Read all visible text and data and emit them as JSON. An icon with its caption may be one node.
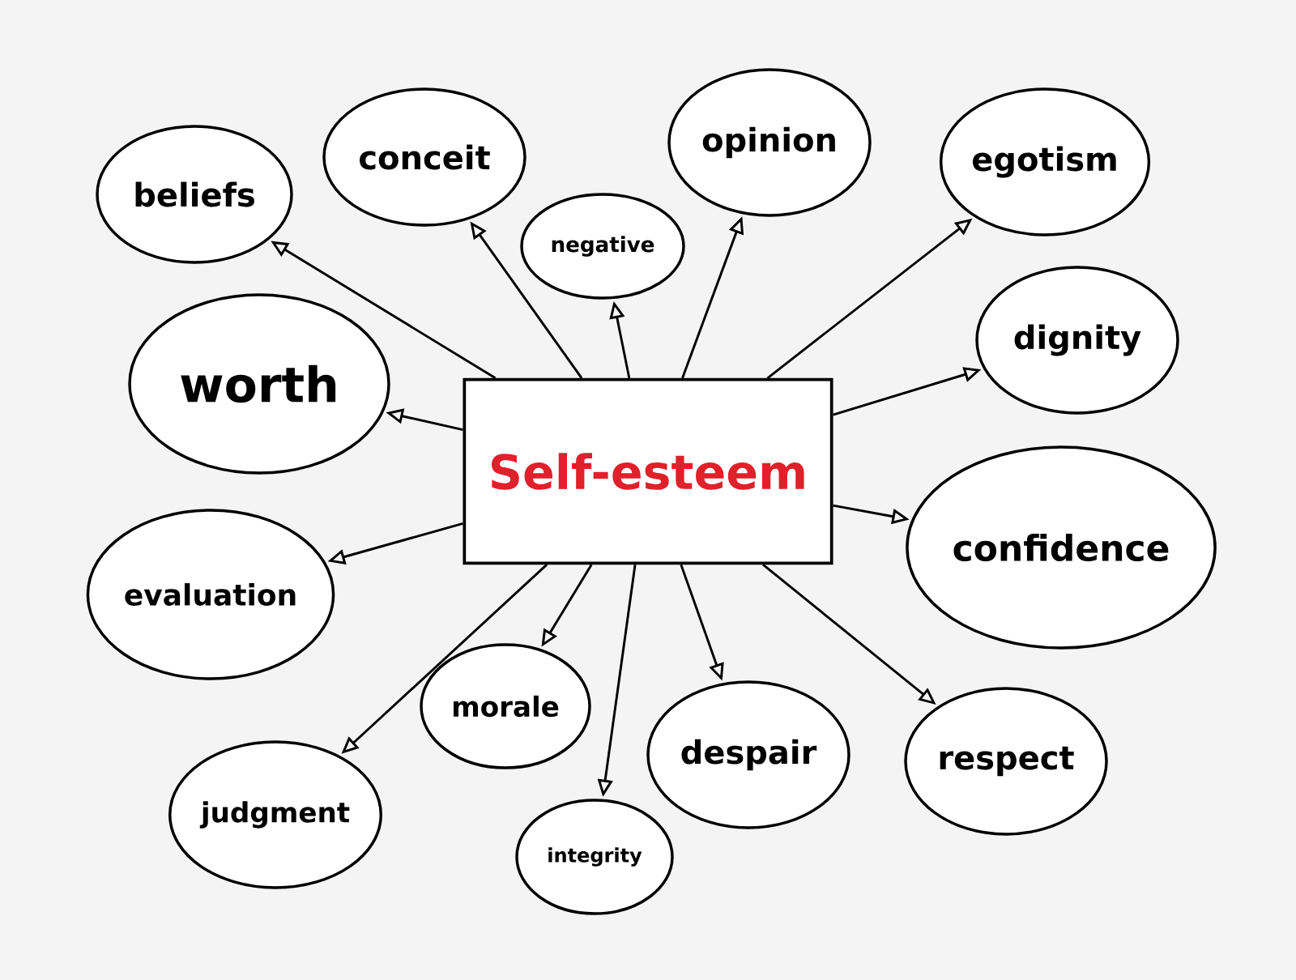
{
  "diagram": {
    "nodes": [
      {
        "text": [
          "Self-esteem"
        ]
      },
      {
        "text": [
          "beliefs"
        ]
      },
      {
        "text": [
          "conceit"
        ]
      },
      {
        "text": [
          "negative"
        ]
      },
      {
        "text": [
          "opinion"
        ]
      },
      {
        "text": [
          "egotism"
        ]
      },
      {
        "text": [
          "worth"
        ]
      },
      {
        "text": [
          "dignity"
        ]
      },
      {
        "text": [
          "confidence"
        ]
      },
      {
        "text": [
          "evaluation"
        ]
      },
      {
        "text": [
          "morale"
        ]
      },
      {
        "text": [
          "despair"
        ]
      },
      {
        "text": [
          "respect"
        ]
      },
      {
        "text": [
          "judgment"
        ]
      },
      {
        "text": [
          "integrity"
        ]
      }
    ],
    "edges": [
      {
        "from": 0,
        "to": 1,
        "arrow": "to"
      },
      {
        "from": 0,
        "to": 2,
        "arrow": "to"
      },
      {
        "from": 0,
        "to": 3,
        "arrow": "to"
      },
      {
        "from": 0,
        "to": 4,
        "arrow": "to"
      },
      {
        "from": 0,
        "to": 5,
        "arrow": "to"
      },
      {
        "from": 0,
        "to": 6,
        "arrow": "to"
      },
      {
        "from": 0,
        "to": 7,
        "arrow": "to"
      },
      {
        "from": 0,
        "to": 8,
        "arrow": "to"
      },
      {
        "from": 0,
        "to": 9,
        "arrow": "to"
      },
      {
        "from": 0,
        "to": 10,
        "arrow": "to"
      },
      {
        "from": 0,
        "to": 11,
        "arrow": "to"
      },
      {
        "from": 0,
        "to": 12,
        "arrow": "to"
      },
      {
        "from": 0,
        "to": 13,
        "arrow": "to"
      },
      {
        "from": 0,
        "to": 14,
        "arrow": "to"
      }
    ]
  }
}
